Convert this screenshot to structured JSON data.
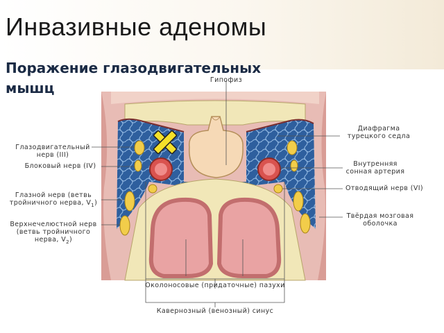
{
  "slide": {
    "title": "Инвазивные аденомы",
    "subtitle": "Поражение глазодвигательных мышц"
  },
  "labels": {
    "hypophysis": "Гипофиз",
    "oculomotor_1": "Глазодвигательный",
    "oculomotor_2": "нерв (III)",
    "trochlear": "Блоковый нерв (IV)",
    "ophthalmic_1": "Глазной нерв (ветвь",
    "ophthalmic_2": "тройничного нерва, V",
    "ophthalmic_sub": "1",
    "ophthalmic_end": ")",
    "maxillary_1": "Верхнечелюстной нерв",
    "maxillary_2": "(ветвь тройничного",
    "maxillary_3": "нерва, V",
    "maxillary_sub": "2",
    "maxillary_end": ")",
    "diaphragm_1": "Диафрагма",
    "diaphragm_2": "турецкого седла",
    "carotid_1": "Внутренняя",
    "carotid_2": "сонная артерия",
    "abducens": "Отводящий нерв (VI)",
    "dura_1": "Твёрдая мозговая",
    "dura_2": "оболочка",
    "sinuses": "Околоносовые (придаточные) пазухи",
    "cavernous": "Кавернозный (венозный) синус"
  },
  "colors": {
    "bone": "#f1e7b8",
    "venous": "#2e5f9e",
    "artery": "#d9534f",
    "sinus_mucosa": "#e9a3a3",
    "nerve": "#f2cd4a",
    "tissue": "#e6b3ae",
    "marker": "#f5e12a"
  },
  "marker": "x-mark"
}
